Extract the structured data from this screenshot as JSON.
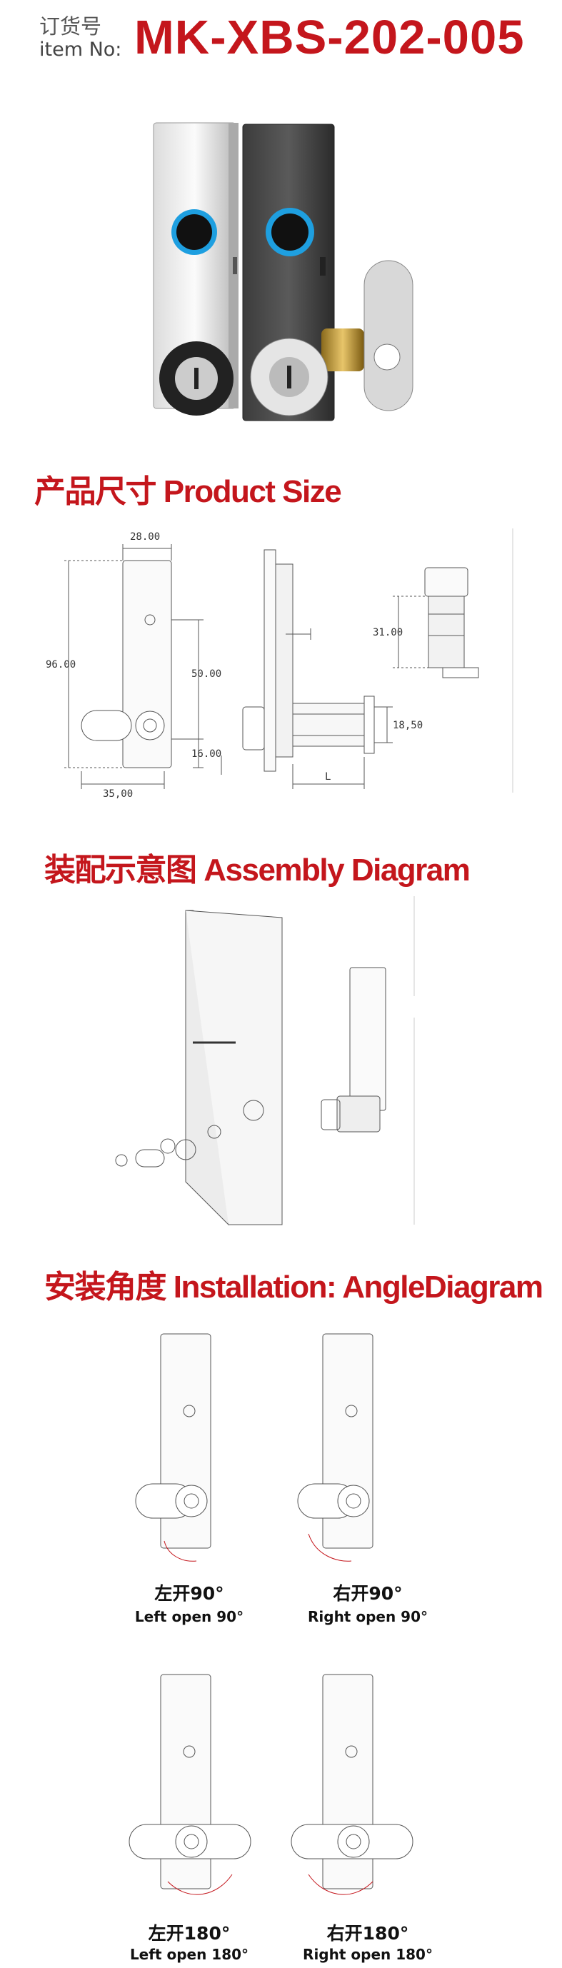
{
  "header": {
    "label_cn": "订货号",
    "label_en": "item No:",
    "item_number": "MK-XBS-202-005"
  },
  "sections": {
    "product_size": "产品尺寸 Product Size",
    "assembly": "装配示意图 Assembly Diagram",
    "installation": "安装角度 Installation: AngleDiagram"
  },
  "dimensions": {
    "width": "28.00",
    "height": "96.00",
    "mid": "50.00",
    "lower": "16.00",
    "bottom": "35,00",
    "side_top": "31.00",
    "side_cam": "18,50",
    "length": "L"
  },
  "angles": [
    {
      "cn": "左开90°",
      "en": "Left open 90°"
    },
    {
      "cn": "右开90°",
      "en": "Right open 90°"
    },
    {
      "cn": "左开180°",
      "en": "Left open 180°"
    },
    {
      "cn": "右开180°",
      "en": "Right open 180°"
    }
  ],
  "colors": {
    "accent": "#c4161c",
    "sensor_ring": "#1e9fe0"
  }
}
